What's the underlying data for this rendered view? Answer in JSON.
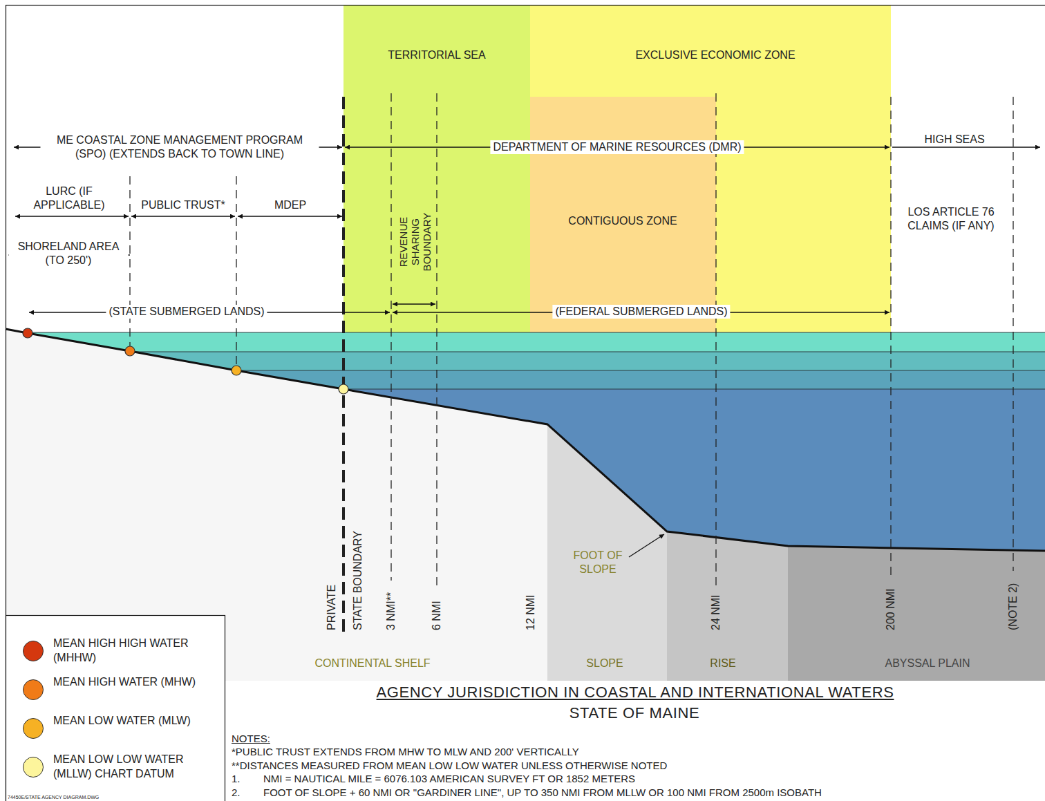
{
  "diagram": {
    "title": "AGENCY JURISDICTION IN COASTAL AND INTERNATIONAL WATERS",
    "nodes": [
      {
        "text": [
          "TERRITORIAL SEA"
        ]
      },
      {
        "text": [
          "EXCLUSIVE ECONOMIC ZONE"
        ]
      },
      {
        "text": [
          "CONTIGUOUS ZONE"
        ],
        "in": 1
      },
      {
        "text": [
          "CONTINENTAL SHELF"
        ]
      },
      {
        "text": [
          "SLOPE"
        ]
      },
      {
        "text": [
          "RISE"
        ]
      },
      {
        "text": [
          "ABYSSAL PLAIN"
        ]
      }
    ],
    "labels": [
      "ME COASTAL ZONE MANAGEMENT PROGRAM (SPO) (EXTENDS BACK TO TOWN LINE)",
      "DEPARTMENT OF MARINE RESOURCES (DMR)",
      "HIGH SEAS",
      "LURC (IF APPLICABLE)",
      "PUBLIC TRUST*",
      "MDEP",
      "SHORELAND AREA (TO 250')",
      "REVENUE SHARING BOUNDARY",
      "LOS ARTICLE 76 CLAIMS (IF ANY)",
      "(STATE SUBMERGED LANDS)",
      "(FEDERAL SUBMERGED LANDS)",
      "FOOT OF SLOPE",
      "PRIVATE",
      "STATE BOUNDARY",
      "3 NMI**",
      "6 NMI",
      "12 NMI",
      "24 NMI",
      "200 NMI",
      "(NOTE 2)",
      "STATE OF MAINE",
      "NOTES:",
      "*PUBLIC TRUST EXTENDS FROM MHW TO MLW AND 200' VERTICALLY",
      "**DISTANCES MEASURED FROM MEAN LOW LOW WATER UNLESS OTHERWISE NOTED",
      "1.",
      "NMI = NAUTICAL MILE = 6076.103 AMERICAN SURVEY FT OR 1852 METERS",
      "2.",
      "FOOT OF SLOPE + 60 NMI OR \"GARDINER LINE\", UP TO 350 NMI FROM MLLW OR 100 NMI FROM 2500m ISOBATH",
      "74450E/STATE AGENCY DIAGRAM.DWG"
    ],
    "legend": [
      {
        "text": "MEAN HIGH HIGH WATER (MHHW)",
        "color": "#d4380f"
      },
      {
        "text": "MEAN HIGH WATER (MHW)",
        "color": "#f07b18"
      },
      {
        "text": "MEAN LOW WATER (MLW)",
        "color": "#f6b124"
      },
      {
        "text": "MEAN LOW LOW WATER (MLLW) CHART DATUM",
        "color": "#fdf59c"
      }
    ]
  }
}
